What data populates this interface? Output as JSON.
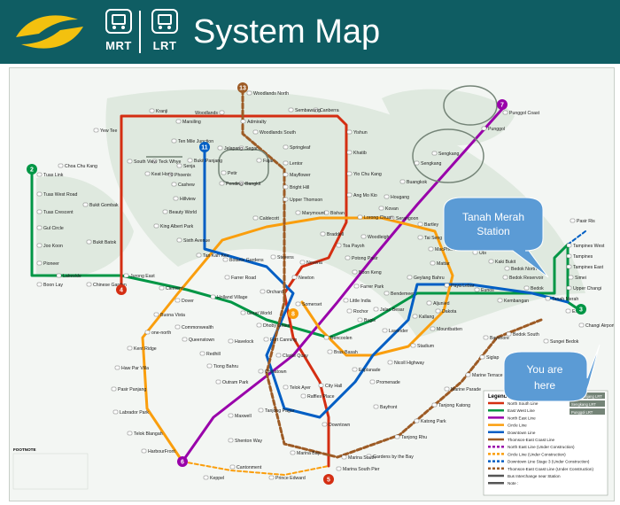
{
  "header": {
    "title": "System Map",
    "mrt_label": "MRT",
    "lrt_label": "LRT"
  },
  "colors": {
    "header": "#0f5d63",
    "logo_yellow": "#f3c10f",
    "ns_line": "#d42e12",
    "ew_line": "#009645",
    "ne_line": "#9900aa",
    "cc_line": "#fa9e0d",
    "dt_line": "#005ec4",
    "te_line": "#9d5b25",
    "callout_fill": "#5b9bd5"
  },
  "callouts": {
    "destination": [
      "Tanah Merah",
      "Station"
    ],
    "origin": [
      "You are",
      "here"
    ]
  },
  "lines": [
    {
      "number": "13",
      "terminal": "Woodlands North"
    },
    {
      "number": "7",
      "terminal": "Punggol Coast"
    },
    {
      "number": "2",
      "terminal": "Tuas Link"
    },
    {
      "number": "4",
      "terminal": "Jurong East"
    },
    {
      "number": "11",
      "terminal": "Bukit Panjang"
    },
    {
      "number": "8",
      "terminal": "Dhoby Ghaut"
    },
    {
      "number": "3",
      "terminal": "Changi Airport"
    },
    {
      "number": "6",
      "terminal": "HarbourFront"
    },
    {
      "number": "5",
      "terminal": "Marina South Pier"
    }
  ],
  "stations": {
    "woodlands_north": "Woodlands North",
    "woodlands": "Woodlands",
    "woodlands_south": "Woodlands South",
    "sembawang": "Sembawang",
    "canberra": "Canberra",
    "admiralty": "Admiralty",
    "kranji": "Kranji",
    "marsiling": "Marsiling",
    "yishun": "Yishun",
    "khatib": "Khatib",
    "yio_chu_kang": "Yio Chu Kang",
    "ang_mo_kio": "Ang Mo Kio",
    "springleaf": "Springleaf",
    "lentor": "Lentor",
    "mayflower": "Mayflower",
    "bright_hill": "Bright Hill",
    "upper_thomson": "Upper Thomson",
    "caldecott": "Caldecott",
    "marymount": "Marymount",
    "bishan": "Bishan",
    "braddell": "Braddell",
    "toa_payoh": "Toa Payoh",
    "novena": "Novena",
    "newton": "Newton",
    "orchard": "Orchard",
    "somerset": "Somerset",
    "dhoby_ghaut": "Dhoby Ghaut",
    "city_hall": "City Hall",
    "raffles_place": "Raffles Place",
    "marina_bay": "Marina Bay",
    "marina_south_pier": "Marina South Pier",
    "yew_tee": "Yew Tee",
    "choa_chu_kang": "Choa Chu Kang",
    "bukit_gombak": "Bukit Gombak",
    "bukit_batok": "Bukit Batok",
    "jurong_east": "Jurong East",
    "bukit_panjang": "Bukit Panjang",
    "cashew": "Cashew",
    "hillview": "Hillview",
    "beauty_world": "Beauty World",
    "king_albert_park": "King Albert Park",
    "sixth_avenue": "Sixth Avenue",
    "tan_kah_kee": "Tan Kah Kee",
    "botanic_gardens": "Botanic Gardens",
    "stevens": "Stevens",
    "tuas_link": "Tuas Link",
    "tuas_west_road": "Tuas West Road",
    "tuas_crescent": "Tuas Crescent",
    "gul_circle": "Gul Circle",
    "joo_koon": "Joo Koon",
    "pioneer": "Pioneer",
    "boon_lay": "Boon Lay",
    "lakeside": "Lakeside",
    "chinese_garden": "Chinese Garden",
    "clementi": "Clementi",
    "dover": "Dover",
    "buona_vista": "Buona Vista",
    "commonwealth": "Commonwealth",
    "queenstown": "Queenstown",
    "redhill": "Redhill",
    "tiong_bahru": "Tiong Bahru",
    "outram_park": "Outram Park",
    "tanjong_pagar": "Tanjong Pagar",
    "bugis": "Bugis",
    "lavender": "Lavender",
    "kallang": "Kallang",
    "aljunied": "Aljunied",
    "paya_lebar": "Paya Lebar",
    "eunos": "Eunos",
    "kembangan": "Kembangan",
    "bedok": "Bedok",
    "tanah_merah": "Tanah Merah",
    "simei": "Simei",
    "tampines": "Tampines",
    "pasir_ris": "Pasir Ris",
    "expo": "Expo",
    "changi_airport": "Changi Airport",
    "upper_changi": "Upper Changi",
    "tampines_east": "Tampines East",
    "tampines_west": "Tampines West",
    "punggol": "Punggol",
    "sengkang": "Sengkang",
    "buangkok": "Buangkok",
    "hougang": "Hougang",
    "kovan": "Kovan",
    "serangoon": "Serangoon",
    "woodleigh": "Woodleigh",
    "potong_pasir": "Potong Pasir",
    "boon_keng": "Boon Keng",
    "farrer_park": "Farrer Park",
    "little_india": "Little India",
    "lorong_chuan": "Lorong Chuan",
    "bartley": "Bartley",
    "tai_seng": "Tai Seng",
    "macpherson": "MacPherson",
    "mattar": "Mattar",
    "ubi": "Ubi",
    "kaki_bukit": "Kaki Bukit",
    "bedok_north": "Bedok North",
    "bedok_reservoir": "Bedok Reservoir",
    "geylang_bahru": "Geylang Bahru",
    "bendemeer": "Bendemeer",
    "jalan_besar": "Jalan Besar",
    "rochor": "Rochor",
    "bencoolen": "Bencoolen",
    "bras_basah": "Bras Basah",
    "esplanade": "Esplanade",
    "promenade": "Promenade",
    "nicoll_highway": "Nicoll Highway",
    "stadium": "Stadium",
    "mountbatten": "Mountbatten",
    "dakota": "Dakota",
    "one_north": "one-north",
    "kent_ridge": "Kent Ridge",
    "haw_par_villa": "Haw Par Villa",
    "pasir_panjang": "Pasir Panjang",
    "labrador_park": "Labrador Park",
    "telok_blangah": "Telok Blangah",
    "harbourfront": "HarbourFront",
    "holland_village": "Holland Village",
    "farrer_road": "Farrer Road",
    "great_world": "Great World",
    "havelock": "Havelock",
    "maxwell": "Maxwell",
    "shenton_way": "Shenton Way",
    "chinatown": "Chinatown",
    "clarke_quay": "Clarke Quay",
    "fort_canning": "Fort Canning",
    "telok_ayer": "Telok Ayer",
    "downtown": "Downtown",
    "bayfront": "Bayfront",
    "gardens_by_the_bay": "Gardens by the Bay",
    "marina_south": "Marina South",
    "tanjong_rhu": "Tanjong Rhu",
    "katong_park": "Katong Park",
    "tanjong_katong": "Tanjong Katong",
    "marine_parade": "Marine Parade",
    "marine_terrace": "Marine Terrace",
    "siglap": "Siglap",
    "bayshore": "Bayshore",
    "bedok_south": "Bedok South",
    "sungei_bedok": "Sungei Bedok",
    "prince_edward": "Prince Edward",
    "cantonment": "Cantonment",
    "keppel": "Keppel",
    "punggol_coast": "Punggol Coast",
    "sengkang_lrt": "Sengkang",
    "ten_mile_junction": "Ten Mile Junction",
    "phoenix": "Phoenix",
    "south_view": "South View",
    "keat_hong": "Keat Hong",
    "teck_whye": "Teck Whye",
    "senja": "Senja",
    "jelapang": "Jelapang",
    "segar": "Segar",
    "fajar": "Fajar",
    "bangkit": "Bangkit",
    "pending": "Pending",
    "petir": "Petir"
  },
  "legend": {
    "title": "Legend",
    "rows": [
      "North South Line",
      "East West Line",
      "North East Line",
      "Circle Line",
      "Downtown Line",
      "Thomson-East Coast Line",
      "North East Line (Under Construction)",
      "Circle Line (Under Construction)",
      "Downtown Line Stage 3 (Under Construction)",
      "Thomson-East Coast Line (Under Construction)",
      "Bus Interchange near Station",
      "Note :"
    ],
    "lrt_boxes": [
      "Bukit Panjang LRT",
      "Sengkang LRT",
      "Punggol LRT"
    ]
  },
  "footnote": {
    "title": "FOOTNOTE"
  }
}
